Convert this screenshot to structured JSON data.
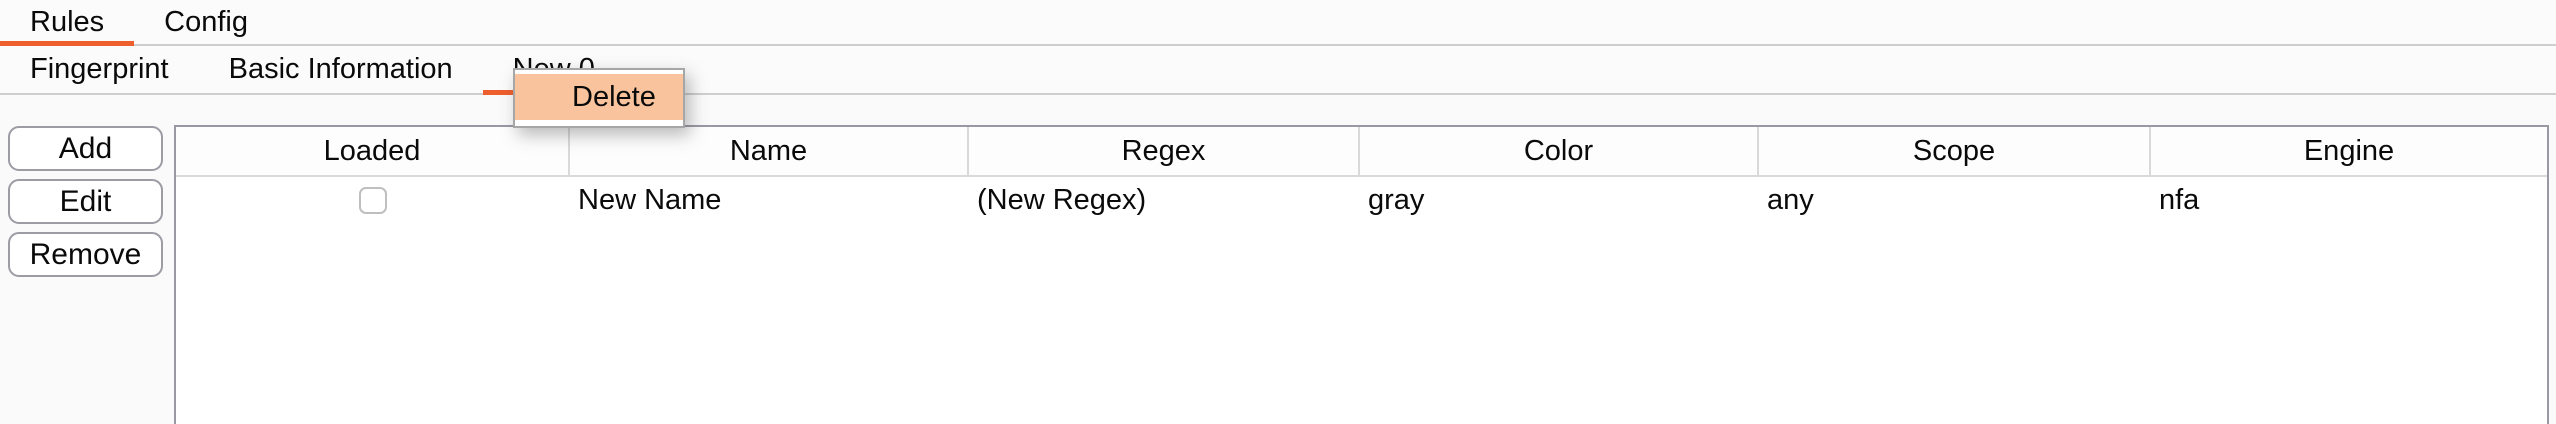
{
  "colors": {
    "accent_orange": "#ef5f2e",
    "menu_highlight": "#f9c49d",
    "table_frame": "#9899a3",
    "bar_divider": "#cccecf"
  },
  "tabbar_primary": {
    "tabs": [
      {
        "label": "Rules",
        "active": true
      },
      {
        "label": "Config",
        "active": false
      }
    ]
  },
  "tabbar_secondary": {
    "tabs": [
      {
        "label": "Fingerprint",
        "active": false
      },
      {
        "label": "Basic Information",
        "active": false
      },
      {
        "label": "New 0",
        "active": true
      }
    ]
  },
  "context_menu": {
    "items": [
      {
        "label": "Delete",
        "highlighted": true
      }
    ]
  },
  "sidebar": {
    "buttons": [
      {
        "label": "Add"
      },
      {
        "label": "Edit"
      },
      {
        "label": "Remove"
      }
    ]
  },
  "table": {
    "columns": [
      {
        "label": "Loaded"
      },
      {
        "label": "Name"
      },
      {
        "label": "Regex"
      },
      {
        "label": "Color"
      },
      {
        "label": "Scope"
      },
      {
        "label": "Engine"
      }
    ],
    "rows": [
      {
        "loaded": false,
        "name": "New Name",
        "regex": "(New Regex)",
        "color": "gray",
        "scope": "any",
        "engine": "nfa"
      }
    ]
  }
}
